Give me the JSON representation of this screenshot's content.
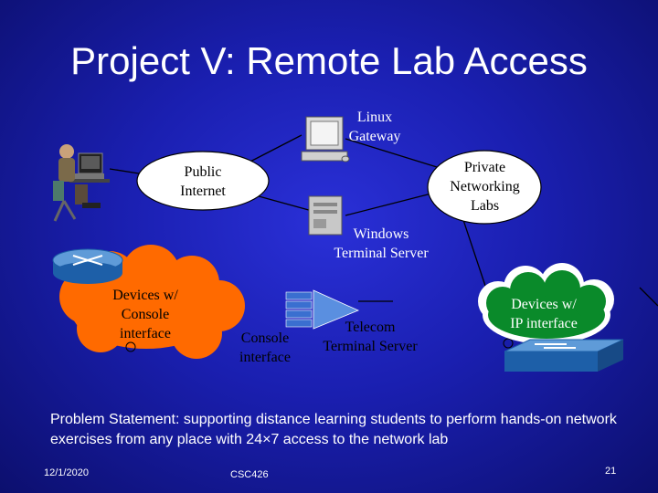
{
  "slide": {
    "title": "Project V: Remote Lab Access",
    "nodes": {
      "linux_gateway": "Linux\nGateway",
      "public_internet": "Public\nInternet",
      "private_labs": "Private\nNetworking\nLabs",
      "windows_server": "Windows\nTerminal Server",
      "devices_console": "Devices w/\nConsole\ninterface",
      "console_interface": "Console\ninterface",
      "telecom_server": "Telecom\nTerminal Server",
      "devices_ip": "Devices w/\nIP interface"
    },
    "problem_statement": "Problem Statement: supporting distance learning students to perform hands-on network exercises from any place with 24×7 access to the network lab",
    "footer": {
      "date": "12/1/2020",
      "course": "CSC426",
      "page": "21"
    },
    "colors": {
      "background": "#1a1fb0",
      "cloud": "#ff6a00",
      "ellipse": "#ffffff"
    },
    "icons": [
      "user-workstation-icon",
      "computer-icon",
      "server-tower-icon",
      "router-icon",
      "switch-icon",
      "terminal-server-icon"
    ]
  }
}
